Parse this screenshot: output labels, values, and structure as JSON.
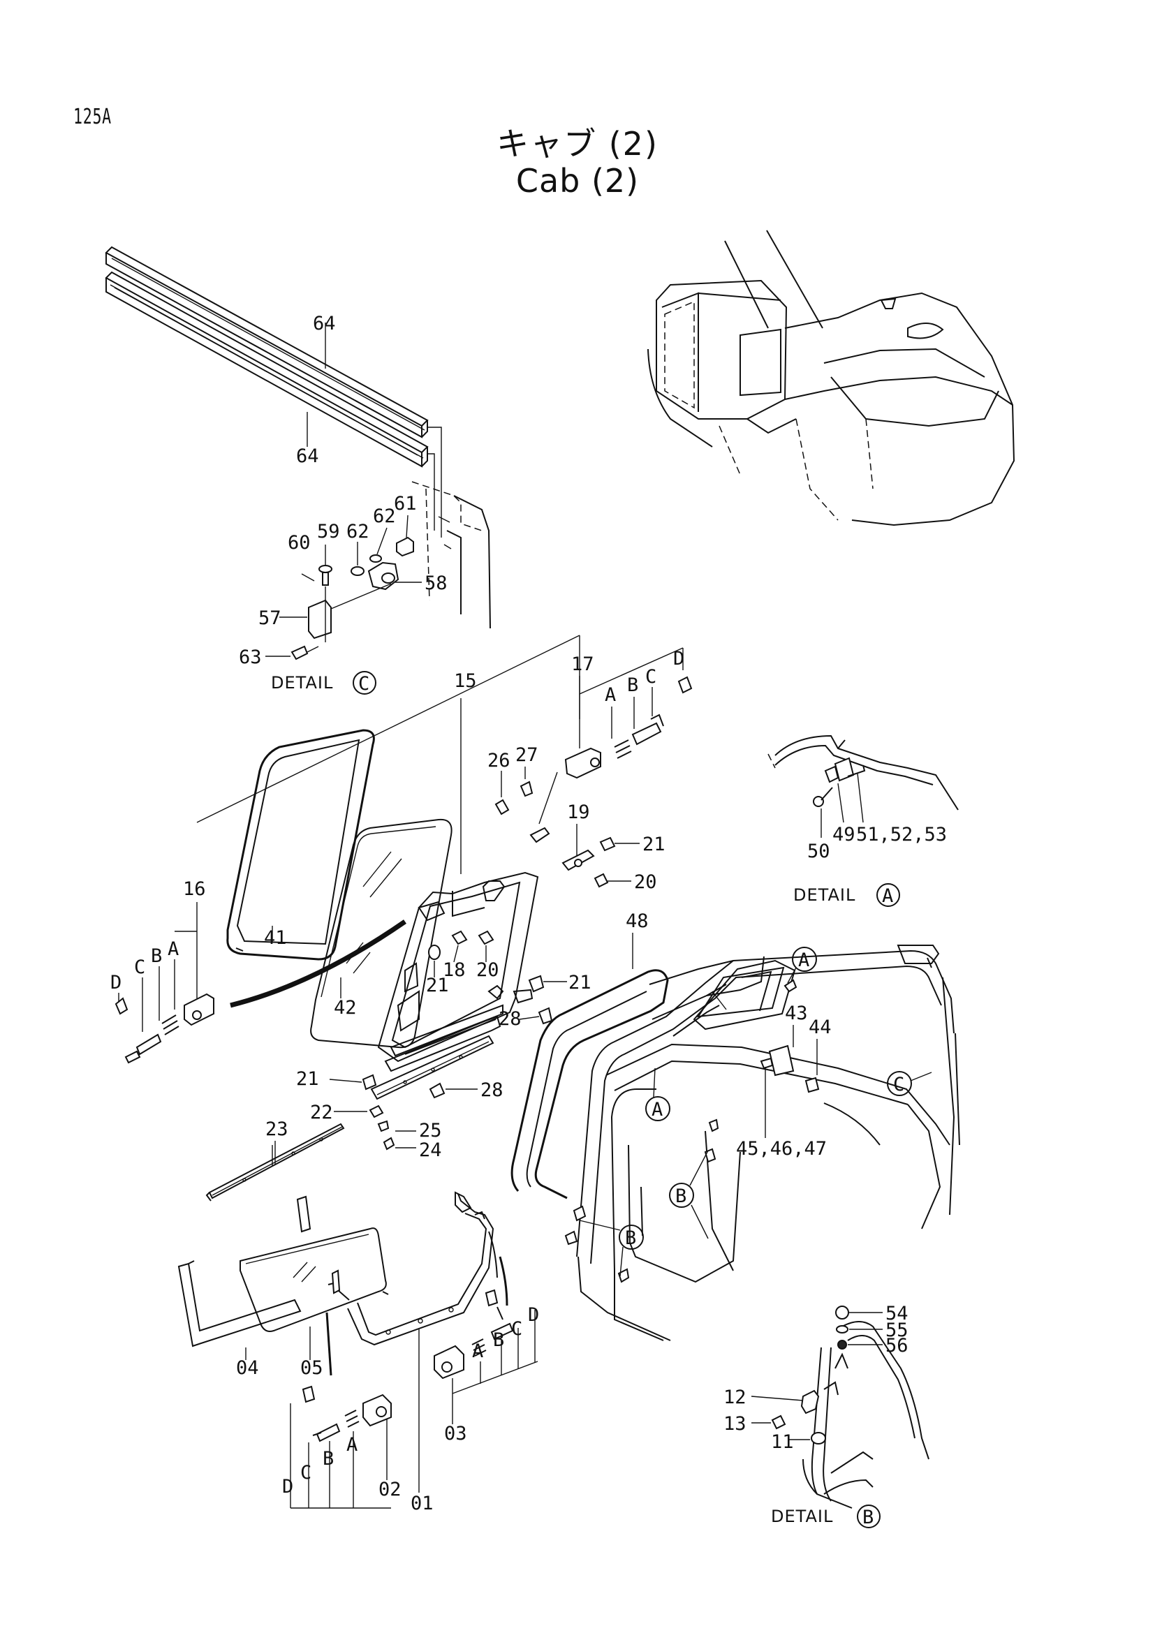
{
  "page_number": "125A",
  "title_jp": "キャブ (2)",
  "title_en": "Cab (2)",
  "details": [
    {
      "word": "DETAIL",
      "letter": "C"
    },
    {
      "word": "DETAIL",
      "letter": "A"
    },
    {
      "word": "DETAIL",
      "letter": "B"
    }
  ],
  "callout_letters": {
    "a": "A",
    "b": "B",
    "c": "C",
    "d": "D"
  },
  "part_numbers": {
    "p64": "64",
    "p61": "61",
    "p62": "62",
    "p59": "59",
    "p60": "60",
    "p58": "58",
    "p57": "57",
    "p63": "63",
    "p15": "15",
    "p17": "17",
    "p16": "16",
    "p26": "26",
    "p27": "27",
    "p19": "19",
    "p21": "21",
    "p20": "20",
    "p18": "18",
    "p41": "41",
    "p42": "42",
    "p28": "28",
    "p22": "22",
    "p23": "23",
    "p25": "25",
    "p24": "24",
    "p48": "48",
    "p43": "43",
    "p44": "44",
    "p50": "50",
    "p49": "49",
    "p515253": "51,52,53",
    "p454647": "45,46,47",
    "p04": "04",
    "p05": "05",
    "p01": "01",
    "p02": "02",
    "p03": "03",
    "p54": "54",
    "p55": "55",
    "p56": "56",
    "p12": "12",
    "p13": "13",
    "p11": "11"
  }
}
